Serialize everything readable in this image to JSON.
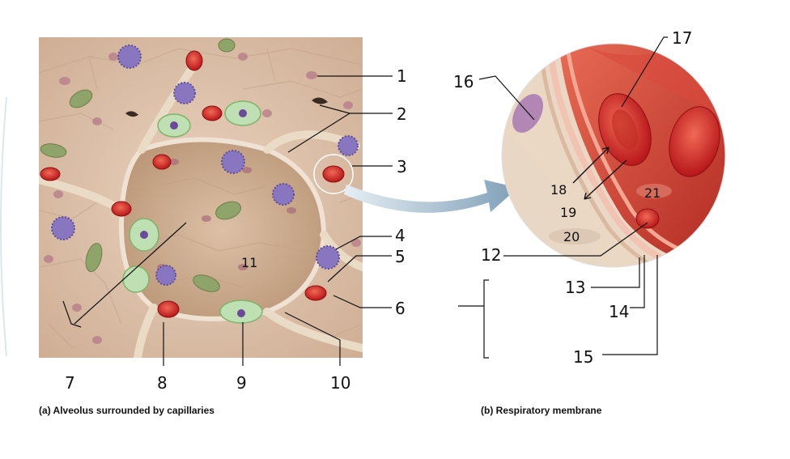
{
  "figure_a": {
    "caption": "(a) Alveolus surrounded by capillaries",
    "labels": [
      "1",
      "2",
      "3",
      "4",
      "5",
      "6",
      "7",
      "8",
      "9",
      "10",
      "11"
    ]
  },
  "figure_b": {
    "caption": "(b) Respiratory membrane",
    "labels": [
      "12",
      "13",
      "14",
      "15",
      "16",
      "17",
      "18",
      "19",
      "20",
      "21"
    ]
  }
}
